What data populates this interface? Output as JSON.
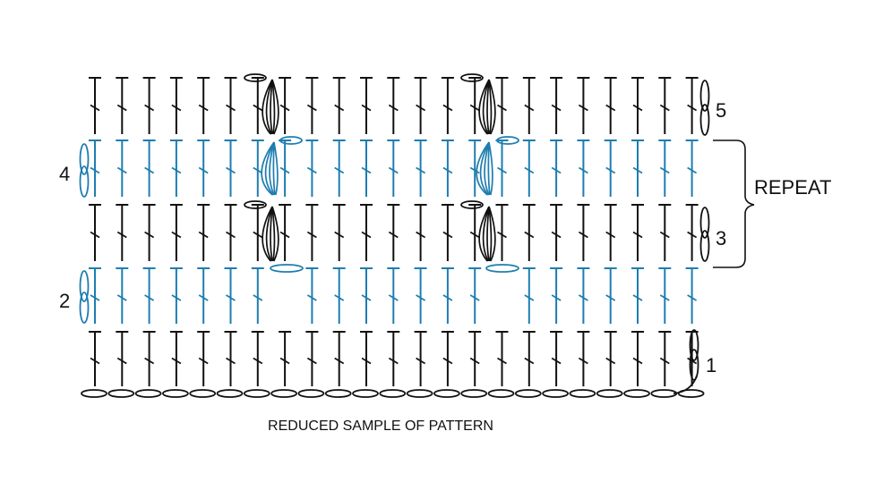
{
  "diagram": {
    "caption": "REDUCED SAMPLE OF PATTERN",
    "repeat_label": "REPEAT",
    "row_labels": [
      "1",
      "2",
      "3",
      "4",
      "5"
    ],
    "colors": {
      "black": "#111111",
      "blue": "#1e7db0"
    },
    "foundation_chain_count": 23,
    "rows": [
      {
        "row": "1",
        "color": "black",
        "stitches": 23,
        "turning_chain_side": "right"
      },
      {
        "row": "2",
        "color": "blue",
        "stitches": 23,
        "turning_chain_side": "left",
        "chain_spaces": 2
      },
      {
        "row": "3",
        "color": "black",
        "stitches": 23,
        "turning_chain_side": "right",
        "clusters": 2
      },
      {
        "row": "4",
        "color": "blue",
        "stitches": 23,
        "turning_chain_side": "left",
        "clusters": 2
      },
      {
        "row": "5",
        "color": "black",
        "stitches": 23,
        "turning_chain_side": "right",
        "clusters": 2
      }
    ]
  }
}
